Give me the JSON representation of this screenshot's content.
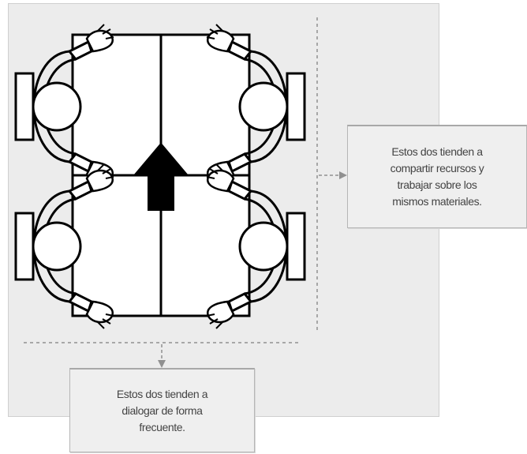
{
  "callouts": {
    "right": {
      "lines": [
        "Estos dos tienden a",
        "compartir recursos y",
        "trabajar sobre los",
        "mismos materiales."
      ]
    },
    "bottom": {
      "lines": [
        "Estos dos tienden a",
        "dialogar de forma",
        "frecuente."
      ]
    }
  },
  "colors": {
    "panel": "#ececec",
    "ink": "#000000",
    "dashed_line": "#909090",
    "callout_text": "#444444"
  },
  "icons": [
    "person-top-view-icon",
    "table-icon",
    "up-arrow-icon",
    "chair-icon"
  ]
}
